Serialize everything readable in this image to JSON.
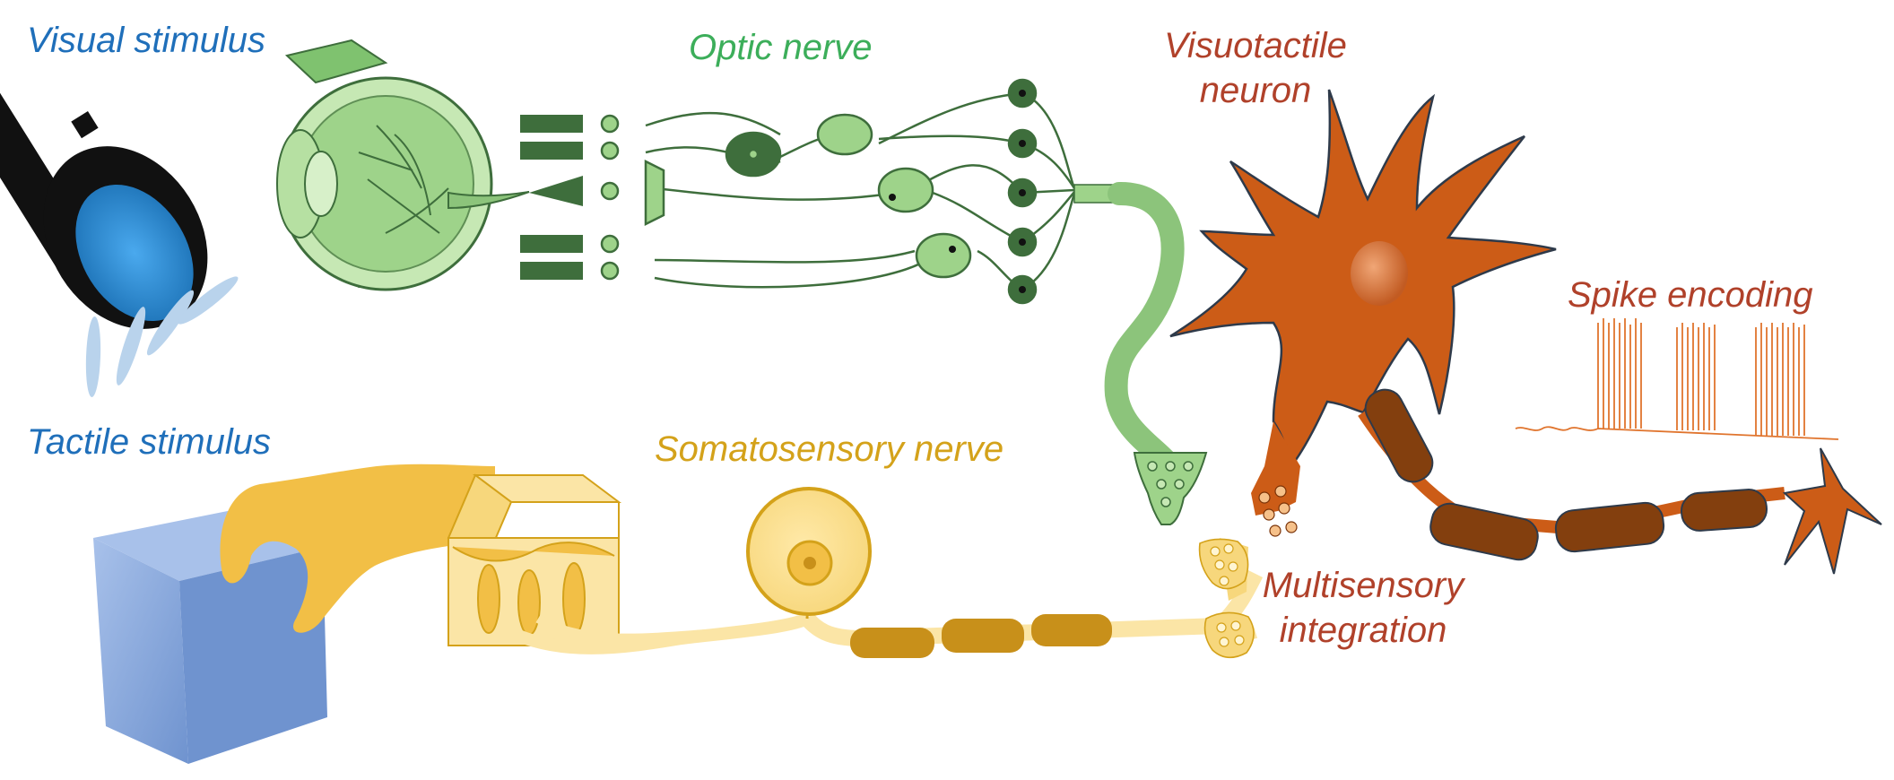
{
  "labels": {
    "visual_stimulus": "Visual stimulus",
    "tactile_stimulus": "Tactile stimulus",
    "optic_nerve": "Optic nerve",
    "somatosensory_nerve": "Somatosensory nerve",
    "visuotactile_line1": "Visuotactile",
    "visuotactile_line2": "neuron",
    "spike_encoding": "Spike encoding",
    "multisensory_line1": "Multisensory",
    "multisensory_line2": "integration"
  },
  "colors": {
    "stimulus_label": "#1f6fba",
    "optic_label": "#3cae5a",
    "somato_label": "#d4a21a",
    "neuron_label": "#b0412a",
    "optic_fill": "#9ed38a",
    "optic_dark": "#3e6e3c",
    "somato_fill": "#f7d77c",
    "somato_dark": "#c8901a",
    "neuron_fill": "#cc5c17",
    "myelin": "#833f0e",
    "cube": "#7ca0d8",
    "flashlight_lens": "#2a8fd4"
  },
  "icons": [
    "flashlight-icon",
    "eye-icon",
    "hand-icon",
    "cube-icon",
    "skin-section-icon",
    "neuron-icon",
    "spike-train-icon"
  ]
}
